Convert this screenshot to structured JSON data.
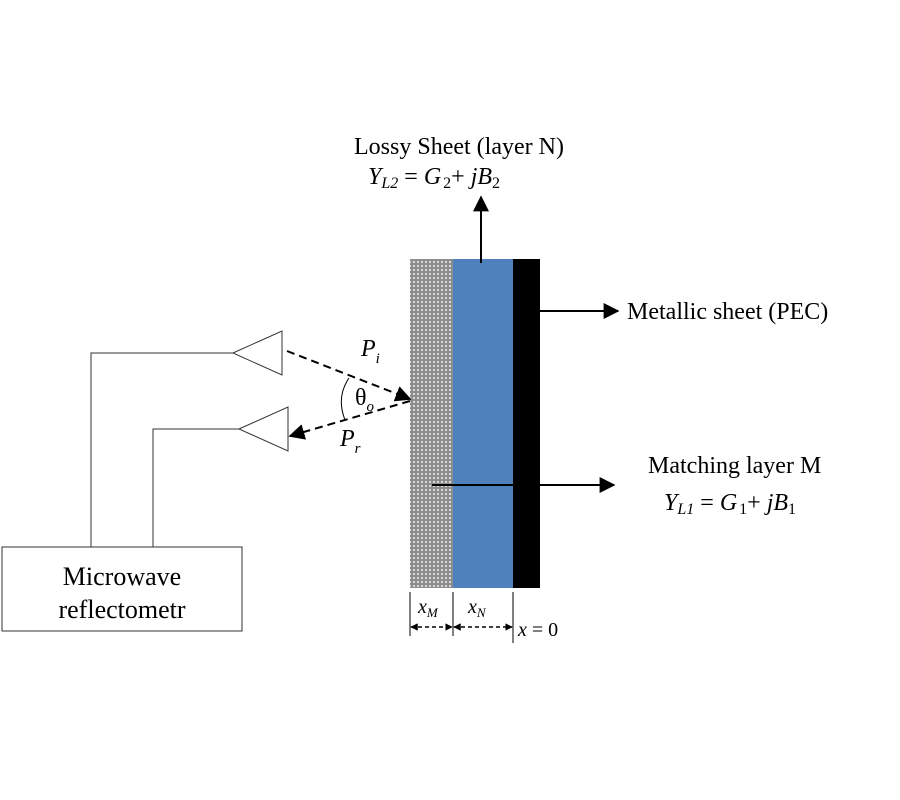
{
  "title": "Microwave reflectometer measurement of multilayer absorber",
  "labels": {
    "lossy_sheet": "Lossy Sheet (layer N)",
    "metallic_sheet": "Metallic sheet (PEC)",
    "matching_layer": "Matching layer M",
    "reflectometer_line1": "Microwave",
    "reflectometer_line2": "reflectometr",
    "incident_power": "P",
    "incident_sub": "i",
    "reflected_power": "P",
    "reflected_sub": "r",
    "angle": "θ",
    "angle_sub": "o",
    "thickness_m": "x",
    "thickness_m_sub": "M",
    "thickness_n": "x",
    "thickness_n_sub": "N",
    "origin": "x",
    "origin_eq": " = 0"
  },
  "equations": {
    "yl2": {
      "Y": "Y",
      "Ysub": "L2",
      "eq": " = ",
      "G": "G",
      "Gsub": "2",
      "plus": "+ ",
      "j": "jB",
      "Bsub": "2"
    },
    "yl1": {
      "Y": "Y",
      "Ysub": "L1",
      "eq": " = ",
      "G": "G",
      "Gsub": "1",
      "plus": "+ ",
      "j": "jB",
      "Bsub": "1"
    }
  },
  "colors": {
    "matching_layer": "#a8a8a8",
    "lossy_layer": "#4f81bd",
    "metal_layer": "#000000"
  }
}
